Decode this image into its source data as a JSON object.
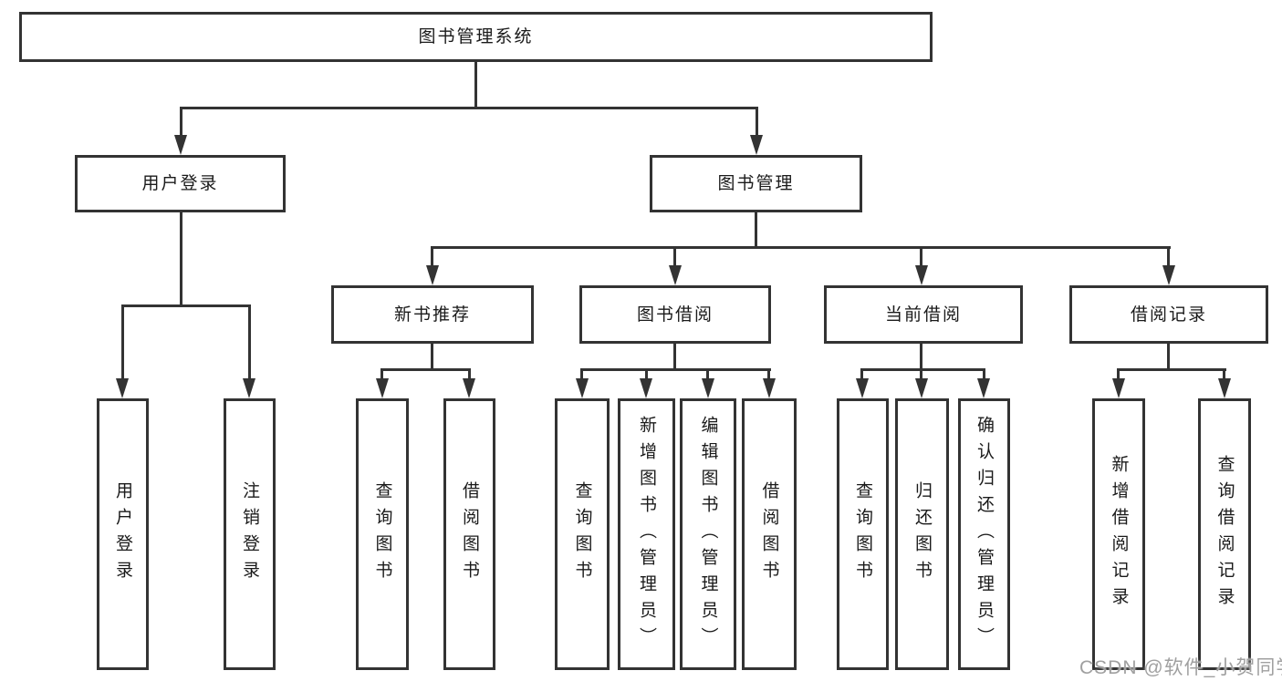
{
  "colors": {
    "background": "#ffffff",
    "line": "#333333",
    "box_border": "#333333",
    "box_fill": "#ffffff",
    "text": "#1a1a1a",
    "watermark": "#a0a0a0"
  },
  "watermark": {
    "text": "CSDN @软件_小贺同学"
  },
  "tree": {
    "label": "图书管理系统",
    "children": [
      {
        "label": "用户登录",
        "children": [
          {
            "label": "用户登录"
          },
          {
            "label": "注销登录"
          }
        ]
      },
      {
        "label": "图书管理",
        "children": [
          {
            "label": "新书推荐",
            "children": [
              {
                "label": "查询图书"
              },
              {
                "label": "借阅图书"
              }
            ]
          },
          {
            "label": "图书借阅",
            "children": [
              {
                "label": "查询图书"
              },
              {
                "label": "新增图书（管理员）"
              },
              {
                "label": "编辑图书（管理员）"
              },
              {
                "label": "借阅图书"
              }
            ]
          },
          {
            "label": "当前借阅",
            "children": [
              {
                "label": "查询图书"
              },
              {
                "label": "归还图书"
              },
              {
                "label": "确认归还（管理员）"
              }
            ]
          },
          {
            "label": "借阅记录",
            "children": [
              {
                "label": "新增借阅记录"
              },
              {
                "label": "查询借阅记录"
              }
            ]
          }
        ]
      }
    ]
  }
}
